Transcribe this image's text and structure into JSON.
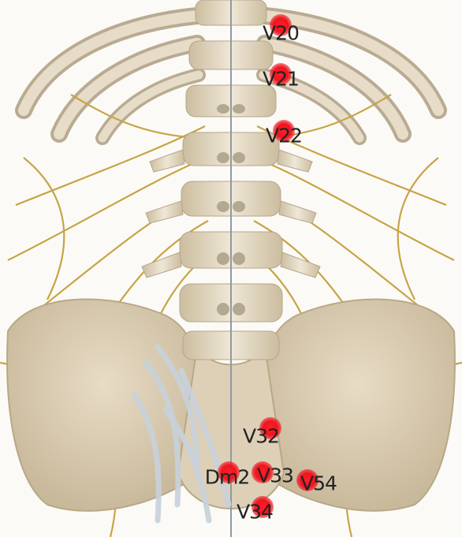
{
  "palette": {
    "bone_light": "#ece3d0",
    "bone_mid": "#d8cbb0",
    "bone_shadow": "#a89c86",
    "nerve": "#c7a446",
    "nerve_dark": "#a98a34",
    "tendon": "#c8d2dc",
    "point_red": "#f0141f",
    "label_text": "#222222"
  },
  "points": [
    {
      "label": "V20"
    },
    {
      "label": "V21"
    },
    {
      "label": "V22"
    },
    {
      "label": "V32"
    },
    {
      "label": "Dm2"
    },
    {
      "label": "V33"
    },
    {
      "label": "V54"
    },
    {
      "label": "V34"
    }
  ]
}
